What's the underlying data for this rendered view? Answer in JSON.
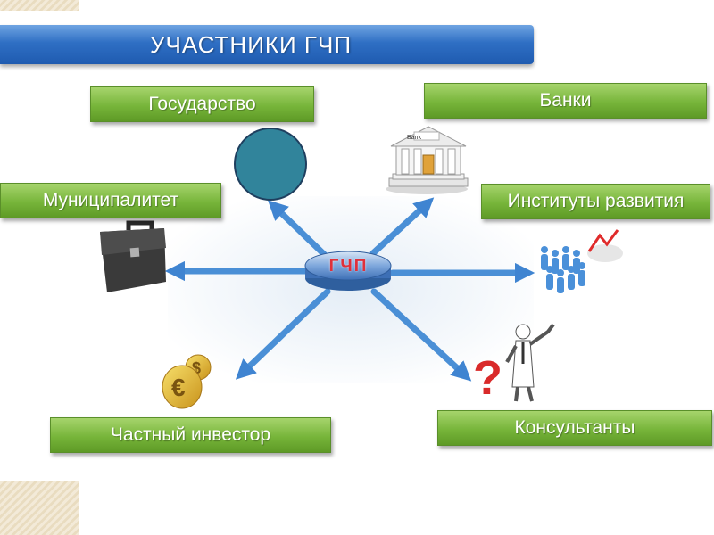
{
  "slide": {
    "title": "УЧАСТНИКИ ГЧП",
    "center": "ГЧП",
    "participants": {
      "state": "Государство",
      "banks": "Банки",
      "municipality": "Муниципалитет",
      "development_institutes": "Институты развития",
      "private_investor": "Частный инвестор",
      "consultants": "Консультанты"
    },
    "bank_sign": "Bank",
    "consultant_mark": "?"
  },
  "colors": {
    "title_bar": "#2f6fc4",
    "label_green": "#77b53a",
    "arrow_blue": "#4a8fd6",
    "gov_circle": "#31849b",
    "hub_text": "#e0303a"
  },
  "icons": [
    "gov-circle",
    "bank-building-icon",
    "briefcase-icon",
    "crowd-chart-icon",
    "euro-dollar-coins-icon",
    "question-man-icon"
  ]
}
